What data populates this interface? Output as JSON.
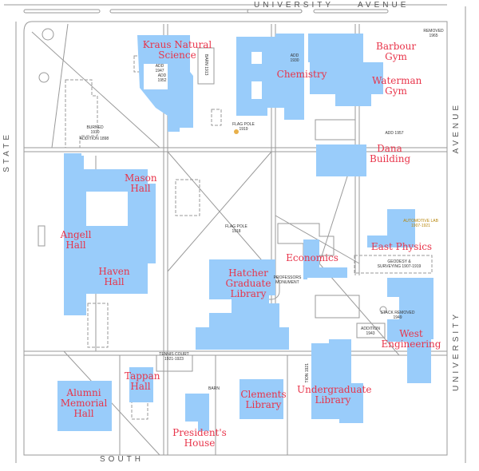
{
  "streets": {
    "north_1": "UNIVERSITY",
    "north_2": "AVENUE",
    "east_1": "UNIVERSITY",
    "east_2": "AVENUE",
    "west": "STATE",
    "south": "SOUTH"
  },
  "buildings": [
    {
      "id": "kraus",
      "label": "Kraus Natural Science"
    },
    {
      "id": "chemistry",
      "label": "Chemistry"
    },
    {
      "id": "barbour",
      "label": "Barbour Gym"
    },
    {
      "id": "waterman",
      "label": "Waterman Gym"
    },
    {
      "id": "dana",
      "label": "Dana Building"
    },
    {
      "id": "mason",
      "label": "Mason Hall"
    },
    {
      "id": "angell",
      "label": "Angell Hall"
    },
    {
      "id": "haven",
      "label": "Haven Hall"
    },
    {
      "id": "east_physics",
      "label": "East Physics"
    },
    {
      "id": "economics",
      "label": "Economics"
    },
    {
      "id": "hatcher",
      "label": "Hatcher Graduate Library"
    },
    {
      "id": "west_engineering",
      "label": "West Engineering"
    },
    {
      "id": "undergraduate",
      "label": "Undergraduate Library"
    },
    {
      "id": "tappan",
      "label": "Tappan Hall"
    },
    {
      "id": "alumni",
      "label": "Alumni Memorial Hall"
    },
    {
      "id": "clements",
      "label": "Clements Library"
    },
    {
      "id": "presidents",
      "label": "President's House"
    }
  ],
  "annotations": {
    "removed_1965": "REMOVED 1965",
    "add_1947": "ADD 1947",
    "add_1952": "ADD 1952",
    "add_1930": "ADD 1930",
    "barn_1913": "BARN 1913",
    "flag_pole_1919": "FLAG POLE 1919",
    "burned": "BURNED 1910",
    "addition_1898": "ADDITION 1898",
    "add_1957": "ADD 1957",
    "flag_pole_1918": "FLAG POLE 1918",
    "automotive_lab": "AUTOMOTIVE LAB 1907-1921",
    "geodesy": "GEODESY & SURVEYING 1907-1919",
    "monument": "PROFESSORS MONUMENT",
    "stack": "STACK REMOVED 1949",
    "addition_1943": "ADDITION 1943",
    "tennis": "TENNIS COURT 1921-1923",
    "barn": "BARN",
    "tion": "TION 1921"
  },
  "colors": {
    "building": "#99ccfa",
    "label": "#e8344a"
  }
}
